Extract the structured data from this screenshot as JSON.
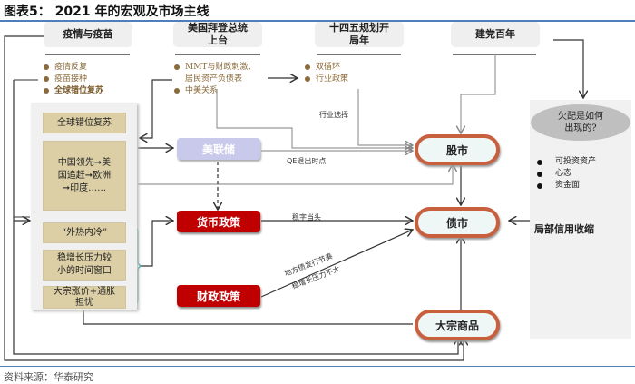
{
  "title": "图表5： 2021 年的宏观及市场主线",
  "source": "资料来源：华泰研究",
  "top_boxes": [
    {
      "label": "疫情与疫苗"
    },
    {
      "label_line1": "美国拜登总统",
      "label_line2": "上台"
    },
    {
      "label_line1": "十四五规划开",
      "label_line2": "局年"
    },
    {
      "label": "建党百年"
    }
  ],
  "bullets_pandemic": [
    "疫情反复",
    "疫苗接种",
    "全球错位复苏"
  ],
  "bullets_biden": [
    "MMT与财政刺激、居民资产负债表",
    "中美关系"
  ],
  "bullets_biden_line1": "MMT与财政刺激、",
  "bullets_biden_line2": "居民资产负债表",
  "bullets_biden_2": "中美关系",
  "bullets_plan": [
    "双循环",
    "行业政策"
  ],
  "left_panel": {
    "item1": "全球错位复苏",
    "item2_l1": "中国领先➞美",
    "item2_l2": "国追赶➞欧洲",
    "item2_l3": "➞印度……",
    "item3": "“外热内冷”",
    "item4_l1": "稳增长压力较",
    "item4_l2": "小的时间窗口",
    "item5_l1": "大宗涨价+通胀",
    "item5_l2": "担忧"
  },
  "nodes": {
    "fed": "美联储",
    "monetary": "货币政策",
    "fiscal": "财政政策",
    "stock": "股市",
    "bond": "债市",
    "commodity": "大宗商品"
  },
  "edge_labels": {
    "industry_selection": "行业选择",
    "qe_exit": "QE退出时点",
    "stable_first": "稳字当头",
    "local_bond_l1": "地方债发行节奏",
    "local_bond_l2": "稳增长压力不大"
  },
  "right_panel": {
    "question_l1": "欠配是如何",
    "question_l2": "出现的?",
    "bullets": [
      "可投资资产",
      "心态",
      "资金面"
    ],
    "credit": "局部信用收缩"
  },
  "colors": {
    "accent_blue": "#4f7fb8",
    "policy_red": "#c00000",
    "fed_lavender": "#c9c9ec",
    "pill_border": "#c8603e",
    "tan": "#dccfa6",
    "bullet_brown": "#8a6a3a"
  }
}
